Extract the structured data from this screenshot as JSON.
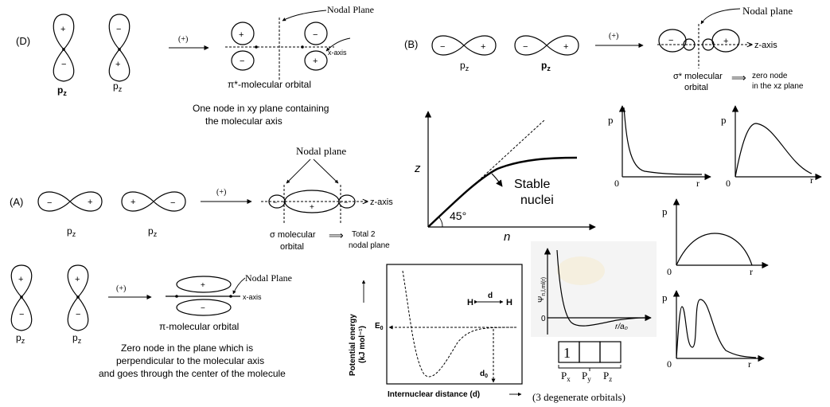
{
  "panelD": {
    "label": "(D)",
    "orbital_left_label": "p",
    "orbital_right_label": "p",
    "sub_z": "z",
    "plus": "+",
    "minus": "−",
    "arrow_label": "(+)",
    "nodal_label": "Nodal Plane",
    "axis_label": "x-axis",
    "result_label": "π*-molecular orbital",
    "caption_line1": "One node in xy plane containing",
    "caption_line2": "the molecular axis"
  },
  "panelB": {
    "label": "(B)",
    "orbital_left_label": "p",
    "orbital_right_label": "p",
    "sub_z": "z",
    "plus": "+",
    "minus": "−",
    "arrow_label": "(+)",
    "nodal_label": "Nodal plane",
    "axis_label": "z-axis",
    "result_line1": "σ* molecular",
    "result_line2": "orbital",
    "implies": "⟹",
    "note_line1": "zero node",
    "note_line2": "in the xz plane"
  },
  "panelA": {
    "label": "(A)",
    "orbital_left_label": "p",
    "orbital_right_label": "p",
    "sub_z": "z",
    "plus": "+",
    "minus": "−",
    "arrow_label": "(+)",
    "nodal_label": "Nodal plane",
    "axis_label": "z-axis",
    "result_line1": "σ molecular",
    "result_line2": "orbital",
    "implies": "⟹",
    "note_line1": "Total 2",
    "note_line2": "nodal plane"
  },
  "panelC": {
    "orbital_left_label": "p",
    "orbital_right_label": "p",
    "sub_z": "z",
    "plus": "+",
    "minus": "−",
    "arrow_label": "(+)",
    "nodal_label": "Nodal Plane",
    "axis_label": "x-axis",
    "result_label": "π-molecular orbital",
    "caption_line1": "Zero node in the plane which is",
    "caption_line2": "perpendicular to the molecular axis",
    "caption_line3": "and goes through the center of the molecule"
  },
  "nuclear_stability": {
    "y_label": "z",
    "x_label": "n",
    "angle_label": "45°",
    "curve_label_line1": "Stable",
    "curve_label_line2": "nuclei"
  },
  "radial_plots": {
    "y_label": "p",
    "x_label": "r",
    "origin": "0"
  },
  "potential_energy": {
    "y_label_line1": "Potential energy",
    "y_label_line2": "(kJ mol⁻¹)",
    "x_label": "Internuclear distance (d)",
    "e0_label": "E",
    "e0_sub": "0",
    "d0_label": "d",
    "d0_sub": "0",
    "molecule_left": "H",
    "molecule_right": "H",
    "bond_label": "d"
  },
  "wavefunction": {
    "y_label": "Ψ",
    "y_sub": "n,l,ml(r)",
    "x_label": "r/a₀",
    "zero_label": "0",
    "box_entry": "1",
    "orbital_labels": [
      "P",
      "P",
      "P"
    ],
    "orbital_subs": [
      "x",
      "y",
      "z"
    ],
    "caption": "(3 degenerate orbitals)"
  },
  "colors": {
    "ink": "#000000",
    "panel_bg": "#f4f4f4",
    "watermark": "#f6e9c9"
  }
}
